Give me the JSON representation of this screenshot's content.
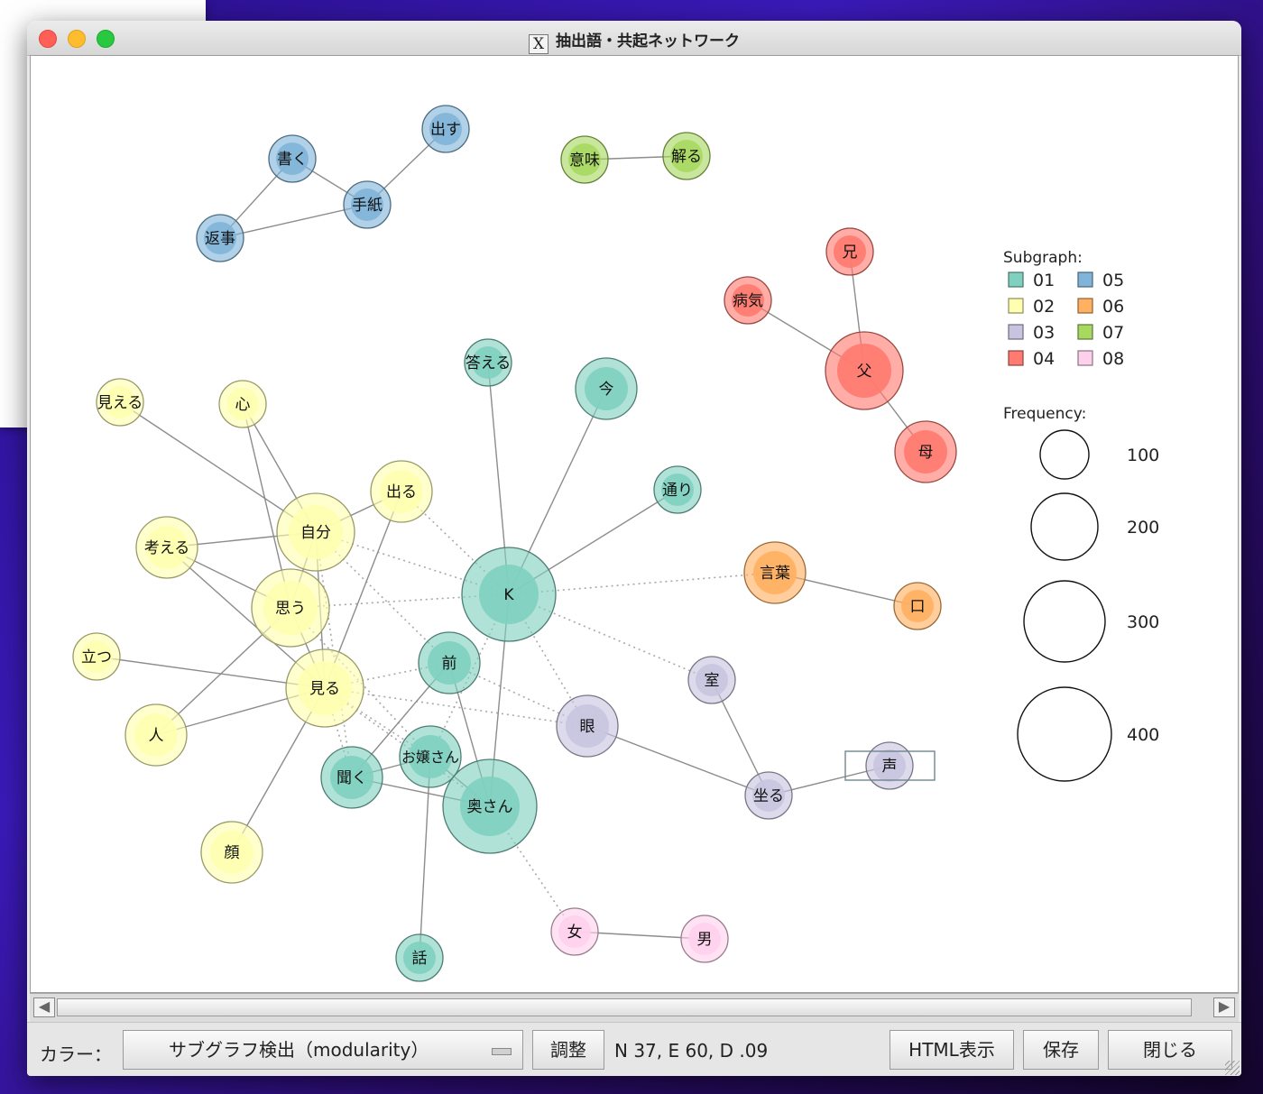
{
  "window": {
    "title": "抽出語・共起ネットワーク"
  },
  "network": {
    "nodes": [
      {
        "id": "書く",
        "label": "書く",
        "group": "05",
        "size": "s"
      },
      {
        "id": "出す",
        "label": "出す",
        "group": "05",
        "size": "s"
      },
      {
        "id": "手紙",
        "label": "手紙",
        "group": "05",
        "size": "s"
      },
      {
        "id": "返事",
        "label": "返事",
        "group": "05",
        "size": "s"
      },
      {
        "id": "意味",
        "label": "意味",
        "group": "07",
        "size": "s"
      },
      {
        "id": "解る",
        "label": "解る",
        "group": "07",
        "size": "s"
      },
      {
        "id": "兄",
        "label": "兄",
        "group": "04",
        "size": "s"
      },
      {
        "id": "病気",
        "label": "病気",
        "group": "04",
        "size": "s"
      },
      {
        "id": "父",
        "label": "父",
        "group": "04",
        "size": "l"
      },
      {
        "id": "母",
        "label": "母",
        "group": "04",
        "size": "m"
      },
      {
        "id": "答える",
        "label": "答える",
        "group": "01",
        "size": "s"
      },
      {
        "id": "今",
        "label": "今",
        "group": "01",
        "size": "m"
      },
      {
        "id": "通り",
        "label": "通り",
        "group": "01",
        "size": "s"
      },
      {
        "id": "K",
        "label": "K",
        "group": "01",
        "size": "xl"
      },
      {
        "id": "前",
        "label": "前",
        "group": "01",
        "size": "m"
      },
      {
        "id": "お嬢さん",
        "label": "お嬢さん",
        "group": "01",
        "size": "m"
      },
      {
        "id": "聞く",
        "label": "聞く",
        "group": "01",
        "size": "m"
      },
      {
        "id": "奥さん",
        "label": "奥さん",
        "group": "01",
        "size": "xl"
      },
      {
        "id": "話",
        "label": "話",
        "group": "01",
        "size": "s"
      },
      {
        "id": "見える",
        "label": "見える",
        "group": "02",
        "size": "s"
      },
      {
        "id": "心",
        "label": "心",
        "group": "02",
        "size": "s"
      },
      {
        "id": "出る",
        "label": "出る",
        "group": "02",
        "size": "m"
      },
      {
        "id": "自分",
        "label": "自分",
        "group": "02",
        "size": "l"
      },
      {
        "id": "考える",
        "label": "考える",
        "group": "02",
        "size": "m"
      },
      {
        "id": "思う",
        "label": "思う",
        "group": "02",
        "size": "l"
      },
      {
        "id": "立つ",
        "label": "立つ",
        "group": "02",
        "size": "s"
      },
      {
        "id": "見る",
        "label": "見る",
        "group": "02",
        "size": "l"
      },
      {
        "id": "人",
        "label": "人",
        "group": "02",
        "size": "m"
      },
      {
        "id": "顔",
        "label": "顔",
        "group": "02",
        "size": "m"
      },
      {
        "id": "言葉",
        "label": "言葉",
        "group": "06",
        "size": "m"
      },
      {
        "id": "口",
        "label": "口",
        "group": "06",
        "size": "s"
      },
      {
        "id": "室",
        "label": "室",
        "group": "03",
        "size": "s"
      },
      {
        "id": "眼",
        "label": "眼",
        "group": "03",
        "size": "m"
      },
      {
        "id": "坐る",
        "label": "坐る",
        "group": "03",
        "size": "s"
      },
      {
        "id": "声",
        "label": "声",
        "group": "03",
        "size": "s"
      },
      {
        "id": "女",
        "label": "女",
        "group": "08",
        "size": "s"
      },
      {
        "id": "男",
        "label": "男",
        "group": "08",
        "size": "s"
      }
    ],
    "edges": [
      [
        "書く",
        "手紙"
      ],
      [
        "書く",
        "返事"
      ],
      [
        "出す",
        "手紙"
      ],
      [
        "手紙",
        "返事"
      ],
      [
        "意味",
        "解る"
      ],
      [
        "兄",
        "父"
      ],
      [
        "病気",
        "父"
      ],
      [
        "父",
        "母"
      ],
      [
        "答える",
        "K"
      ],
      [
        "今",
        "K"
      ],
      [
        "通り",
        "K"
      ],
      [
        "K",
        "奥さん"
      ],
      [
        "前",
        "聞く"
      ],
      [
        "前",
        "奥さん"
      ],
      [
        "お嬢さん",
        "聞く"
      ],
      [
        "お嬢さん",
        "奥さん"
      ],
      [
        "お嬢さん",
        "話"
      ],
      [
        "聞く",
        "奥さん"
      ],
      [
        "見える",
        "自分"
      ],
      [
        "心",
        "自分"
      ],
      [
        "心",
        "思う"
      ],
      [
        "出る",
        "自分"
      ],
      [
        "出る",
        "見る"
      ],
      [
        "自分",
        "考える"
      ],
      [
        "自分",
        "思う"
      ],
      [
        "自分",
        "見る"
      ],
      [
        "考える",
        "思う"
      ],
      [
        "考える",
        "見る"
      ],
      [
        "思う",
        "人"
      ],
      [
        "思う",
        "見る"
      ],
      [
        "立つ",
        "見る"
      ],
      [
        "見る",
        "人"
      ],
      [
        "見る",
        "顔"
      ],
      [
        "言葉",
        "口"
      ],
      [
        "眼",
        "坐る"
      ],
      [
        "室",
        "坐る"
      ],
      [
        "坐る",
        "声"
      ],
      [
        "女",
        "男"
      ]
    ],
    "dotted_edges": [
      [
        "出る",
        "K"
      ],
      [
        "自分",
        "K"
      ],
      [
        "思う",
        "K"
      ],
      [
        "見る",
        "前"
      ],
      [
        "自分",
        "前"
      ],
      [
        "K",
        "言葉"
      ],
      [
        "K",
        "室"
      ],
      [
        "K",
        "眼"
      ],
      [
        "前",
        "眼"
      ],
      [
        "見る",
        "眼"
      ],
      [
        "思う",
        "お嬢さん"
      ],
      [
        "見る",
        "お嬢さん"
      ],
      [
        "自分",
        "聞く"
      ],
      [
        "見る",
        "奥さん"
      ],
      [
        "奥さん",
        "女"
      ],
      [
        "K",
        "お嬢さん"
      ],
      [
        "見る",
        "聞く"
      ]
    ]
  },
  "legend": {
    "subgraph_title": "Subgraph:",
    "groups": [
      {
        "code": "01",
        "color": "#80d0c0"
      },
      {
        "code": "02",
        "color": "#ffffb0"
      },
      {
        "code": "03",
        "color": "#c8c4e0"
      },
      {
        "code": "04",
        "color": "#ff7a70"
      },
      {
        "code": "05",
        "color": "#80b4d8"
      },
      {
        "code": "06",
        "color": "#ffb060"
      },
      {
        "code": "07",
        "color": "#a8d860"
      },
      {
        "code": "08",
        "color": "#ffd0ec"
      }
    ],
    "frequency_title": "Frequency:",
    "frequencies": [
      100,
      200,
      300,
      400
    ]
  },
  "bottombar": {
    "color_label": "カラー：",
    "dropdown_value": "サブグラフ検出（modularity）",
    "adjust_label": "調整",
    "stats": "N 37, E 60, D .09",
    "html_label": "HTML表示",
    "save_label": "保存",
    "close_label": "閉じる"
  }
}
